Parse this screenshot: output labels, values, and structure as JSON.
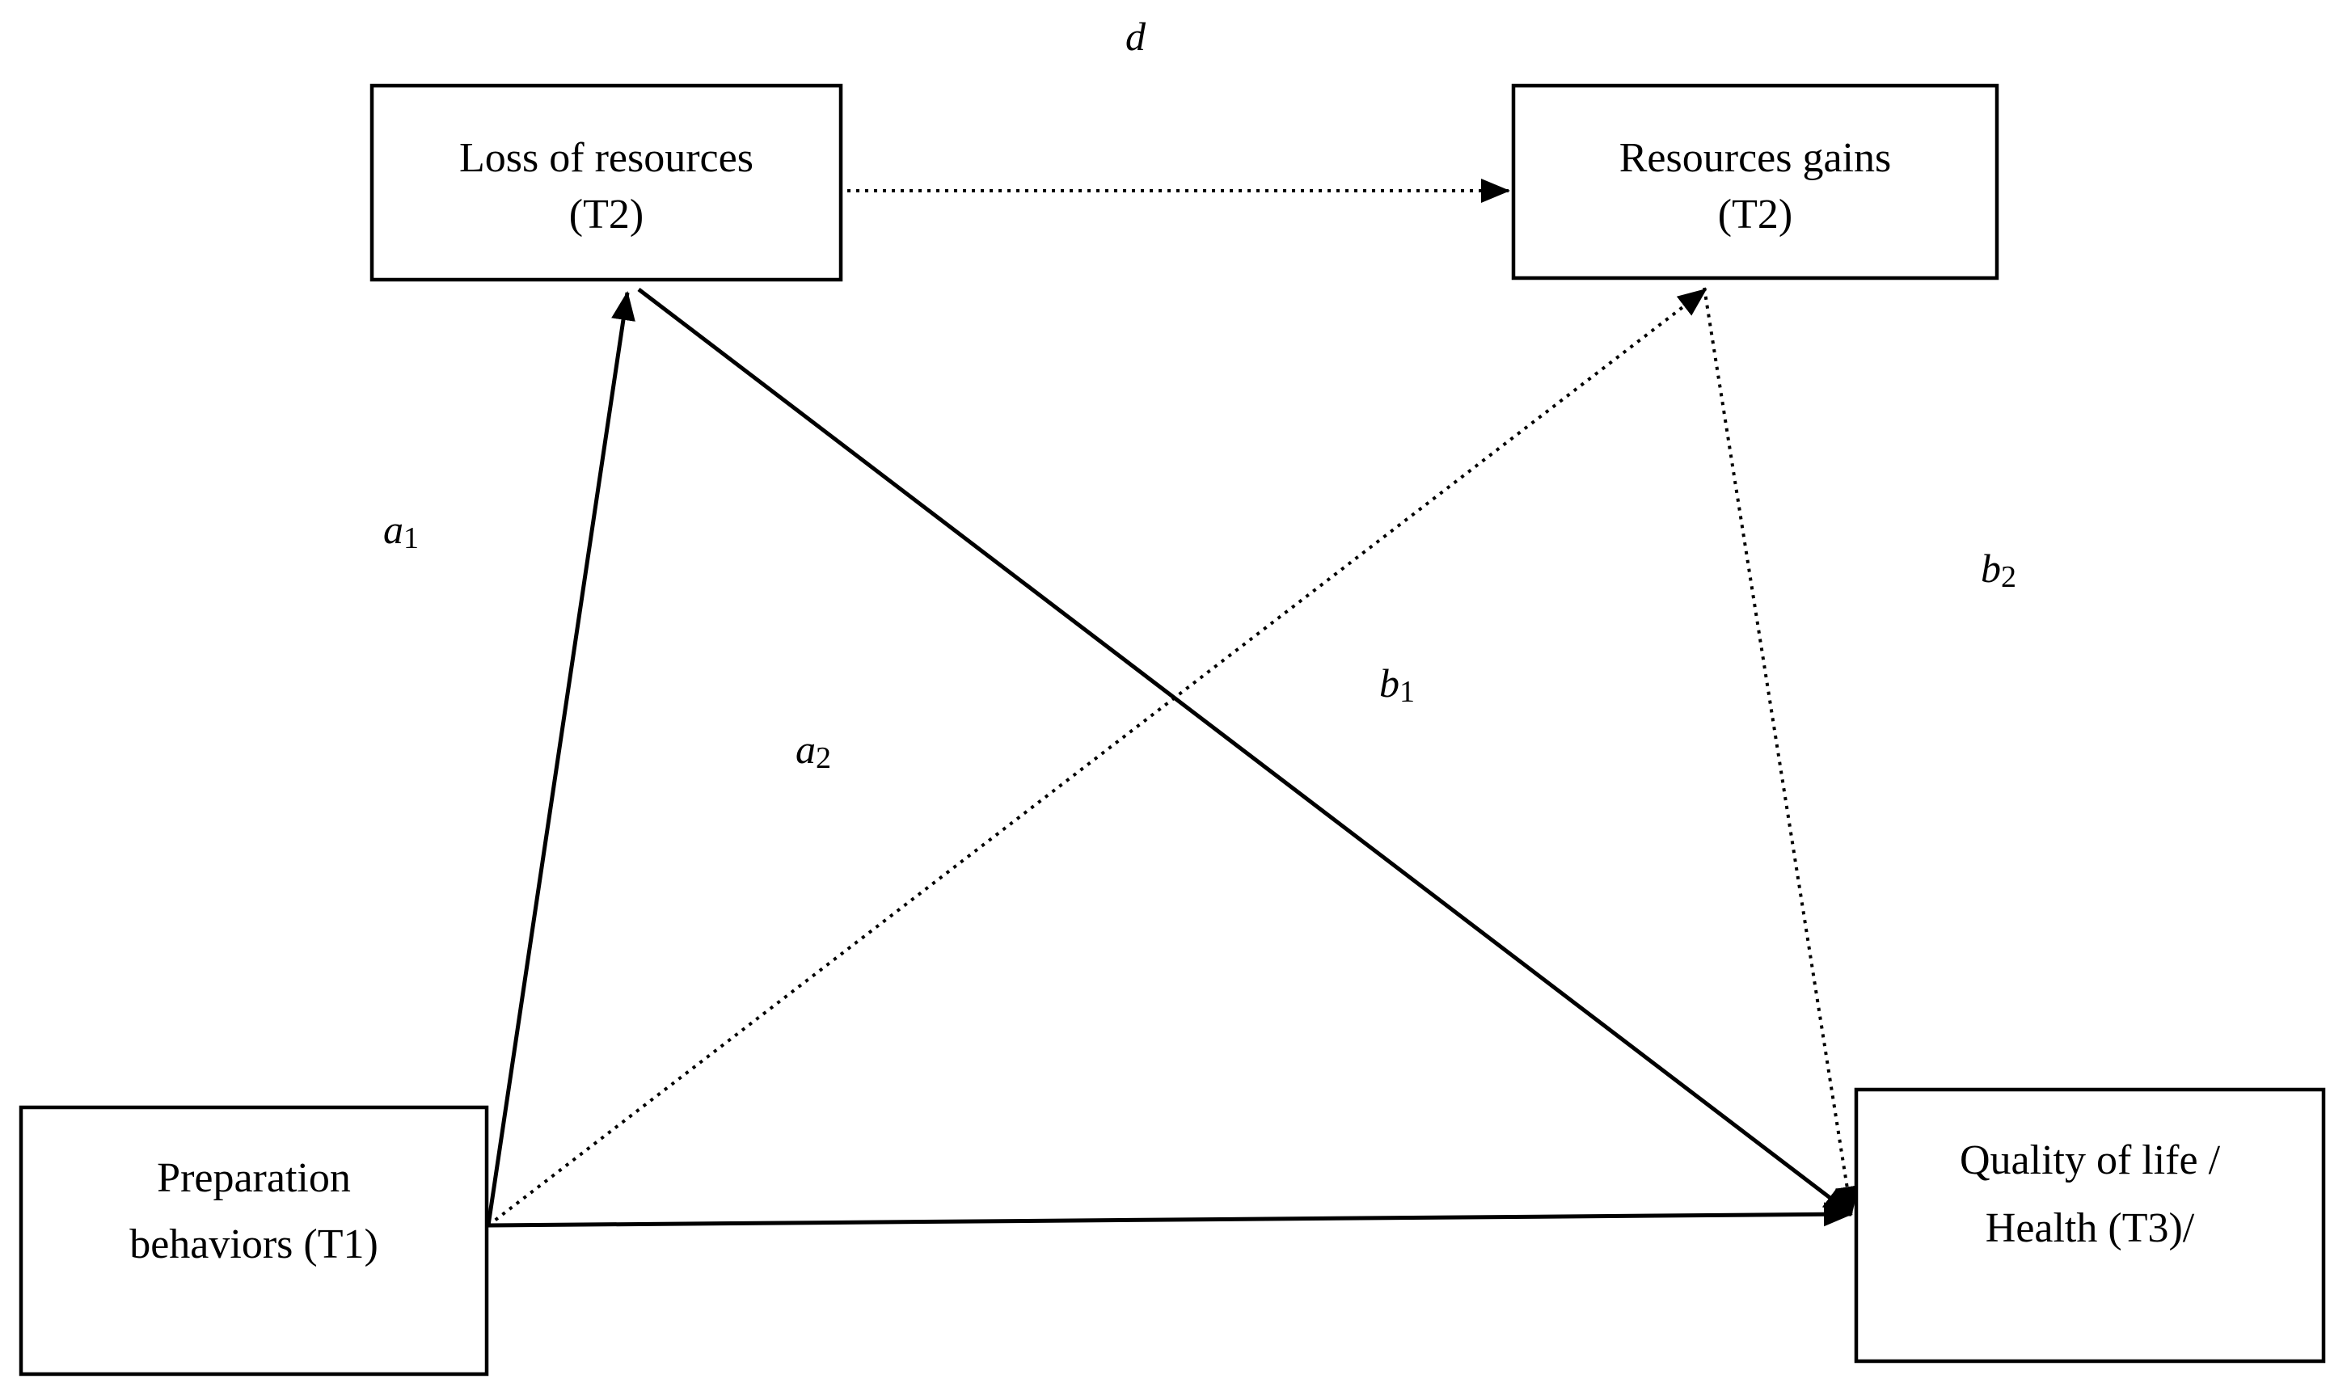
{
  "nodes": {
    "preparation": {
      "lines": [
        "Preparation",
        "behaviors (T1)"
      ]
    },
    "loss": {
      "lines": [
        "Loss of resources",
        "(T2)"
      ]
    },
    "gains": {
      "lines": [
        "Resources gains",
        "(T2)"
      ]
    },
    "outcome": {
      "lines": [
        "Quality of life /",
        "Health (T3)/"
      ]
    }
  },
  "paths": {
    "a1": {
      "letter": "a",
      "sub": "1",
      "style": "solid"
    },
    "a2": {
      "letter": "a",
      "sub": "2",
      "style": "dotted"
    },
    "b1": {
      "letter": "b",
      "sub": "1",
      "style": "solid"
    },
    "b2": {
      "letter": "b",
      "sub": "2",
      "style": "dotted"
    },
    "d": {
      "letter": "d",
      "sub": "",
      "style": "dotted"
    },
    "direct": {
      "style": "solid"
    }
  },
  "colors": {
    "stroke": "#000000",
    "background": "#ffffff"
  }
}
